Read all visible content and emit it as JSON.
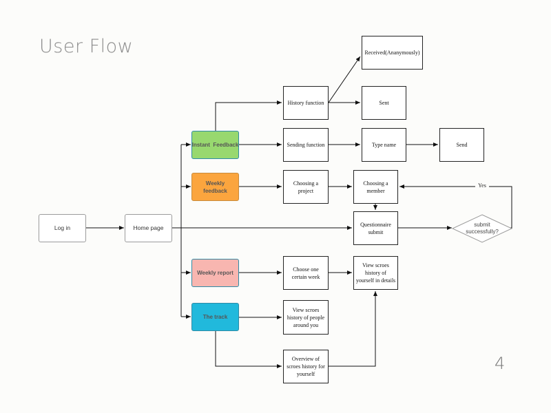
{
  "slide": {
    "title": "User Flow",
    "page_number": "4"
  },
  "nodes": {
    "login": "Log in",
    "home": "Home page",
    "instant_feedback": "Instant  Feedback",
    "weekly_feedback": "Weekly feedback",
    "weekly_report": "Weekly report",
    "the_track": "The track",
    "history_function": "History function",
    "received": "Received(Ananymously)",
    "sent": "Sent",
    "sending_function": "Sending function",
    "type_name": "Type name",
    "send": "Send",
    "choosing_project": "Choosing a project",
    "choosing_member": "Choosing a member",
    "questionnaire": "Questionnaire submit",
    "submit_question": "submit successfully?",
    "choose_week": "Choose one certain week",
    "view_history_self": "View scroes history of yourself in details",
    "view_history_people": "View scroes history of people around you",
    "overview_history": "Overview of scroes history for yourself"
  },
  "edge_labels": {
    "yes": "Yes"
  },
  "colors": {
    "instant_feedback": "#98d86f",
    "weekly_feedback": "#fba53e",
    "weekly_report": "#f8b6b0",
    "the_track": "#21b9dc",
    "highlight_border": "#2e8ba6"
  }
}
